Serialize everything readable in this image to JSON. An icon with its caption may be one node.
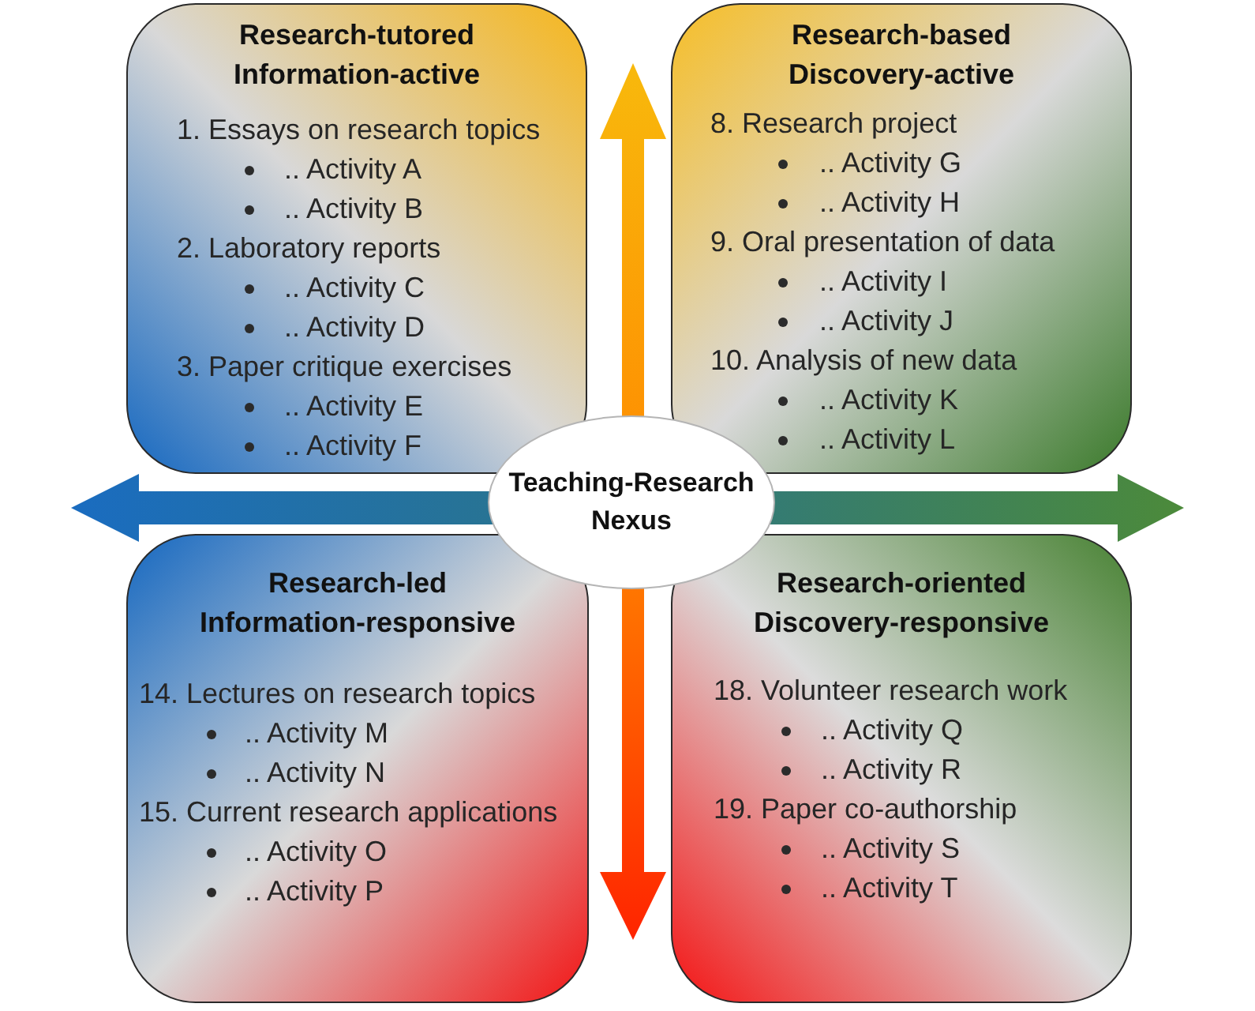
{
  "diagram": {
    "nodes": [
      {
        "text": [
          "Research-tutored Information-active",
          "1. Essays on research topics",
          ".. Activity A",
          ".. Activity B",
          "2. Laboratory reports",
          ".. Activity C",
          ".. Activity D",
          "3. Paper critique exercises",
          ".. Activity E",
          ".. Activity F"
        ]
      },
      {
        "text": [
          "Research-based Discovery-active",
          "8. Research project",
          ".. Activity G",
          ".. Activity H",
          "9. Oral presentation of data",
          ".. Activity I",
          ".. Activity J",
          "10. Analysis of new data",
          ".. Activity K",
          ".. Activity L"
        ]
      },
      {
        "text": [
          "Teaching-Research Nexus"
        ]
      },
      {
        "text": [
          "Research-led Information-responsive",
          "14. Lectures on research topics",
          ".. Activity M",
          ".. Activity N",
          "15. Current research applications",
          ".. Activity O",
          ".. Activity P"
        ]
      },
      {
        "text": [
          "Research-oriented Discovery-responsive",
          "18. Volunteer research work",
          ".. Activity Q",
          ".. Activity R",
          "19. Paper co-authorship",
          ".. Activity S",
          ".. Activity T"
        ]
      }
    ]
  }
}
